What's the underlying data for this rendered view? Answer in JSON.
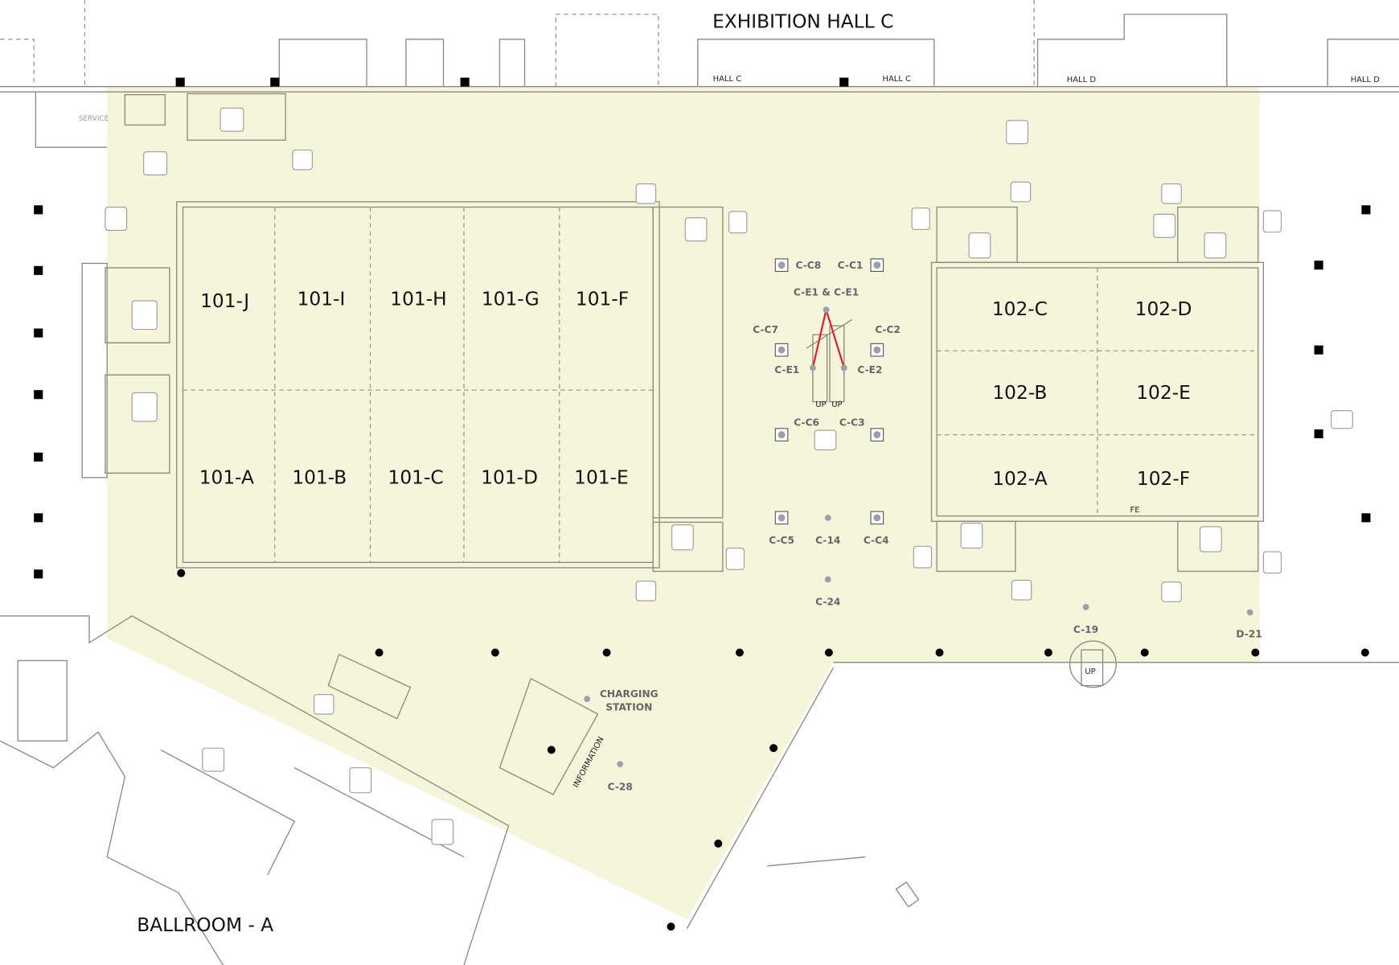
{
  "map_title": "EXHIBITION HALL C",
  "ballroom": "BALLROOM - A",
  "halls": [
    "HALL C",
    "HALL C",
    "HALL D",
    "HALL D"
  ],
  "service": "SERVICE",
  "rooms_101": [
    "101-J",
    "101-I",
    "101-H",
    "101-G",
    "101-F",
    "101-A",
    "101-B",
    "101-C",
    "101-D",
    "101-E"
  ],
  "rooms_102": [
    "102-C",
    "102-D",
    "102-B",
    "102-E",
    "102-A",
    "102-F"
  ],
  "kiosks": [
    "C-C8",
    "C-C1",
    "C-C7",
    "C-C2",
    "C-C6",
    "C-C3",
    "C-C5",
    "C-C4"
  ],
  "escalator": {
    "top": "C-E1 & C-E1",
    "left": "C-E1",
    "right": "C-E2",
    "up": "UP",
    "route_color": "#e0202e"
  },
  "points": [
    "C-14",
    "C-24",
    "C-19",
    "D-21",
    "C-28"
  ],
  "charging": [
    "CHARGING",
    "STATION"
  ],
  "information": "INFORMATION",
  "fe": "FE",
  "colors": {
    "floor": "#f7f4dc",
    "marker": "#9aa0a8"
  }
}
